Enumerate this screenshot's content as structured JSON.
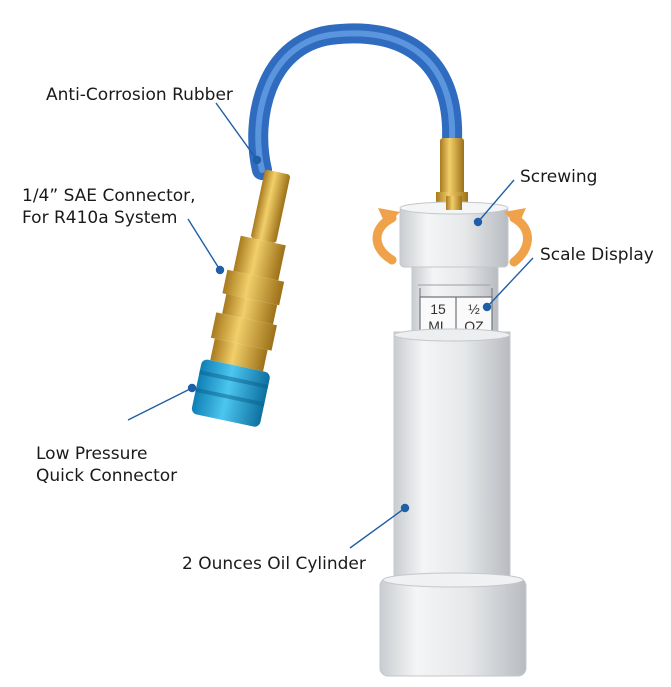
{
  "callouts": {
    "anti_corrosion": "Anti-Corrosion Rubber",
    "sae_connector_line1": "1/4”  SAE Connector,",
    "sae_connector_line2": "For R410a System",
    "screwing": "Screwing",
    "scale_display": "Scale Display",
    "low_pressure_line1": "Low Pressure",
    "low_pressure_line2": "Quick Connector",
    "oil_cylinder": "2 Ounces Oil Cylinder"
  },
  "scale": {
    "ml_value": "15",
    "ml_unit": "ML",
    "oz_value": "½",
    "oz_unit": "OZ"
  },
  "colors": {
    "hose_blue": "#3d7fd1",
    "brass": "#d8a838",
    "quick_connector_blue": "#1fa6d9",
    "cylinder_silver": "#e4e6e9",
    "leader_line": "#1f5fa8",
    "arrow_orange": "#f0a24a"
  }
}
